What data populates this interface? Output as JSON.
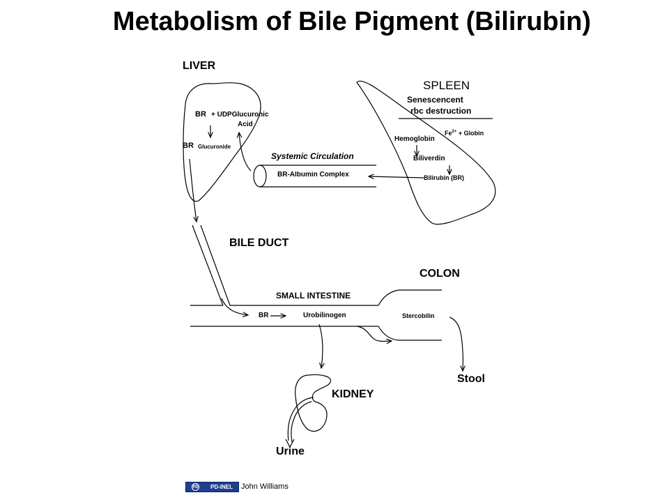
{
  "title": "Metabolism of Bile Pigment (Bilirubin)",
  "organs": {
    "liver": "LIVER",
    "spleen": "SPLEEN",
    "bile_duct": "BILE DUCT",
    "colon": "COLON",
    "small_intestine": "SMALL INTESTINE",
    "kidney": "KIDNEY"
  },
  "liver": {
    "br": "BR",
    "udp": "+ UDPGlucuronic",
    "acid": "Acid",
    "br2": "BR",
    "glucuronide": "Glucuronide"
  },
  "spleen": {
    "senescent": "Senescencent",
    "rbc": "rbc destruction",
    "hemoglobin": "Hemoglobin",
    "fe_prefix": "Fe",
    "fe_sup": "2+",
    "fe_suffix": "+ Globin",
    "biliverdin": "Biliverdin",
    "bilirubin": "Bilirubin (BR)"
  },
  "circulation": {
    "label": "Systemic Circulation",
    "complex": "BR-Albumin Complex"
  },
  "intestine": {
    "br": "BR",
    "urobilinogen": "Urobilinogen",
    "stercobilin": "Stercobilin"
  },
  "outputs": {
    "stool": "Stool",
    "urine": "Urine"
  },
  "footer": {
    "badge_mark": "PD",
    "badge_text": "PD-INEL",
    "credit": "John Williams"
  }
}
